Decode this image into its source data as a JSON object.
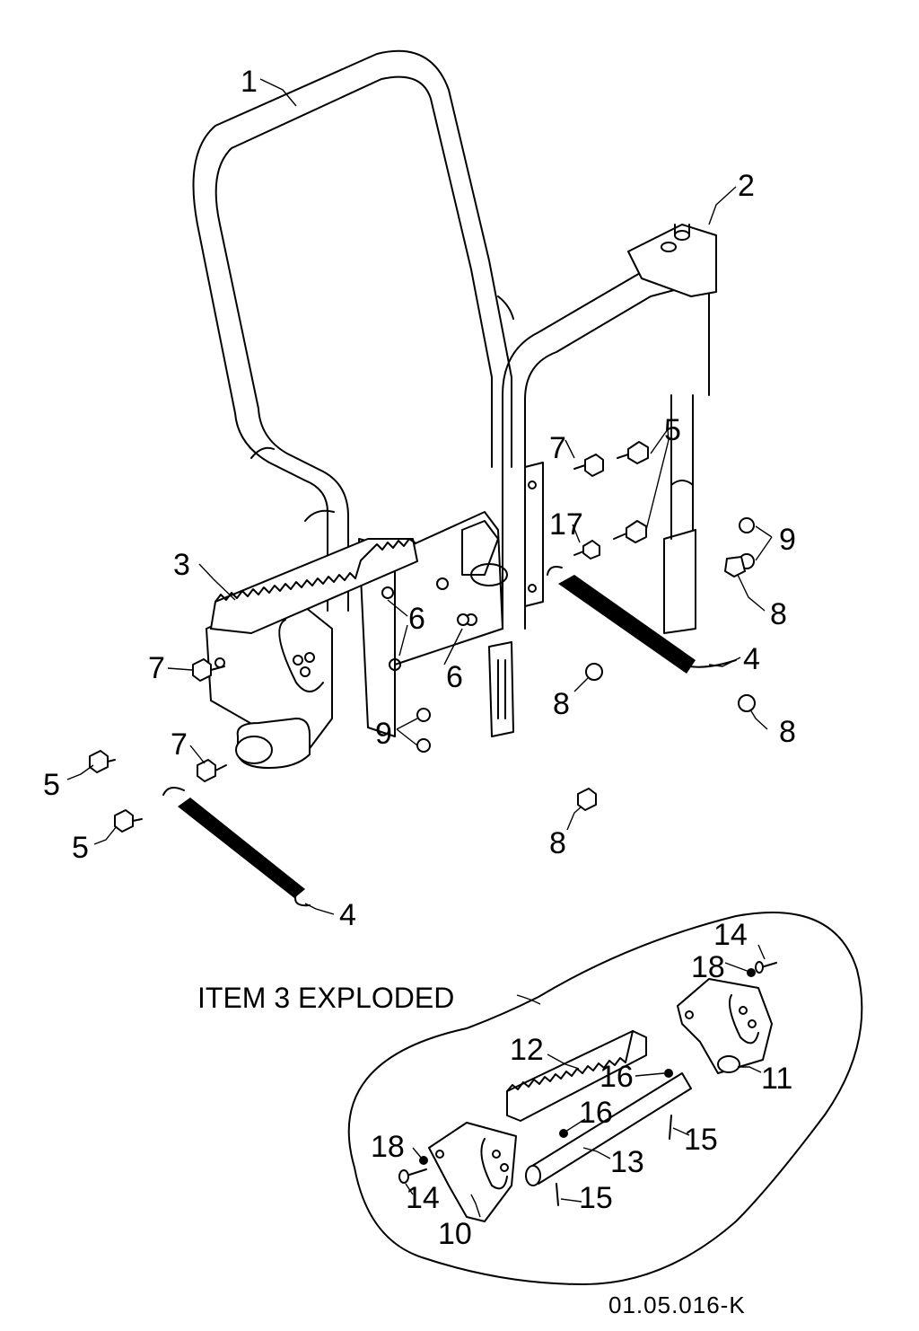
{
  "diagram": {
    "type": "exploded-parts-diagram",
    "exploded_view_label": "ITEM 3 EXPLODED",
    "drawing_number": "01.05.016-K",
    "callouts": {
      "c1": "1",
      "c2": "2",
      "c3": "3",
      "c4a": "4",
      "c4b": "4",
      "c5a": "5",
      "c5b": "5",
      "c5c": "5",
      "c5d": "5",
      "c6a": "6",
      "c6b": "6",
      "c7a": "7",
      "c7b": "7",
      "c7c": "7",
      "c8a": "8",
      "c8b": "8",
      "c8c": "8",
      "c8d": "8",
      "c9a": "9",
      "c9b": "9",
      "c10": "10",
      "c11": "11",
      "c12": "12",
      "c13": "13",
      "c14a": "14",
      "c14b": "14",
      "c15a": "15",
      "c15b": "15",
      "c16a": "16",
      "c16b": "16",
      "c17": "17",
      "c18a": "18",
      "c18b": "18"
    }
  }
}
